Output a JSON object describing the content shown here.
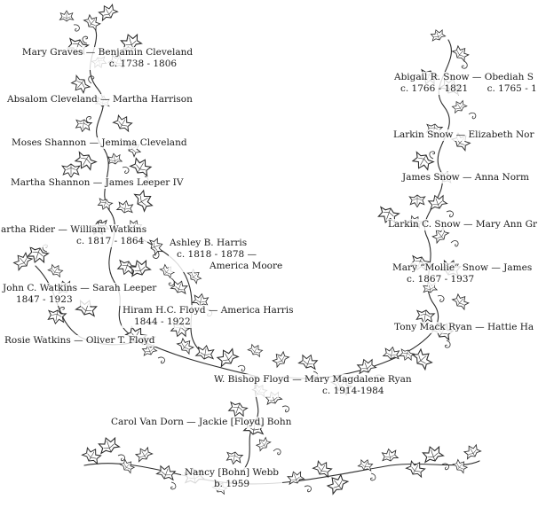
{
  "people": {
    "mary_benjamin": {
      "names": "Mary Graves — Benjamin Cleveland",
      "dates": "c. 1738 - 1806"
    },
    "absalom_martha": {
      "names": "Absalom Cleveland — Martha Harrison"
    },
    "moses_jemima": {
      "names": "Moses Shannon — Jemima Cleveland"
    },
    "martha_james": {
      "names": "Martha Shannon — James Leeper IV"
    },
    "rider_watkins": {
      "names": "artha Rider — William Watkins",
      "dates": "c. 1817 - 1864"
    },
    "ashley_harris": {
      "name": "Ashley B. Harris",
      "dates": "c. 1818 - 1878 —",
      "spouse": "America Moore"
    },
    "john_sarah": {
      "names": "John C. Watkins — Sarah Leeper",
      "dates": "1847 - 1923"
    },
    "hiram_america": {
      "names": "Hiram H.C. Floyd — America Harris",
      "dates": "1844 - 1922"
    },
    "rosie_oliver": {
      "names": "Rosie Watkins — Oliver T. Floyd"
    },
    "abigail_obediah": {
      "names": "Abigail R. Snow — Obediah S",
      "dates_left": "c. 1766 - 1821",
      "dates_right": "c. 1765 - 1"
    },
    "larkin_elizabeth": {
      "names": "Larkin Snow — Elizabeth Nor"
    },
    "james_anna": {
      "names": "James Snow — Anna Norm"
    },
    "larkinc_maryann": {
      "names": "Larkin C. Snow — Mary Ann Gr"
    },
    "mollie_james": {
      "names": "Mary “Mollie” Snow — James",
      "dates": "c. 1867 - 1937"
    },
    "tony_hattie": {
      "names": "Tony Mack Ryan — Hattie Ha"
    },
    "bishop_mary": {
      "names": "W. Bishop Floyd — Mary Magdalene Ryan",
      "dates": "c. 1914-1984"
    },
    "carol_jackie": {
      "names": "Carol Van Dorn — Jackie [Floyd] Bohn"
    },
    "nancy": {
      "name": "Nancy [Bohn] Webb",
      "dates": "b. 1959"
    }
  },
  "style": {
    "ink": "#1a1a1a",
    "leaf_stroke": "#2b2b2b",
    "paper": "#ffffff"
  }
}
